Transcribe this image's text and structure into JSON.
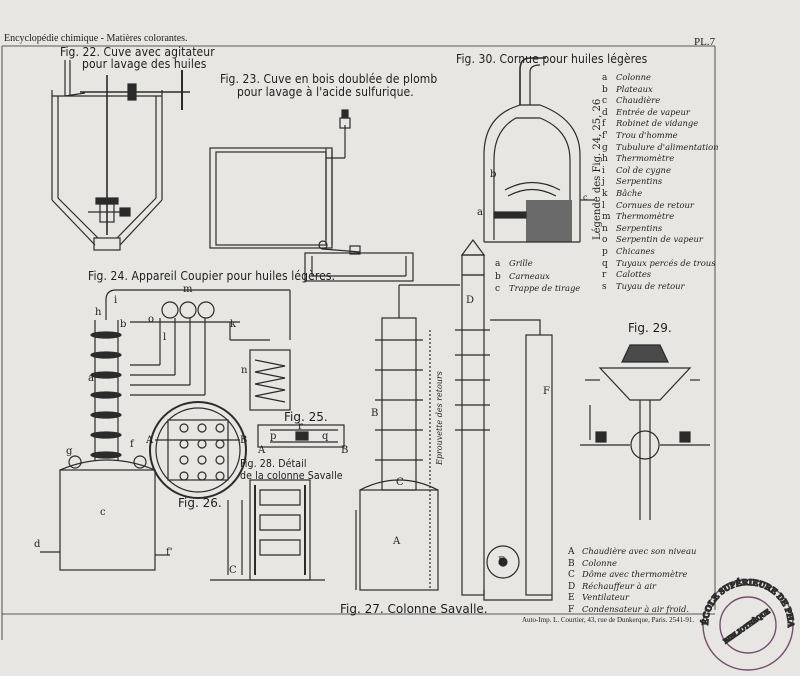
{
  "header": {
    "title": "Encyclopédie chimique - Matières colorantes.",
    "plate": "PL.7"
  },
  "figures": {
    "fig22": {
      "title_l1": "Fig. 22. Cuve avec agitateur",
      "title_l2": "pour lavage des huiles"
    },
    "fig23": {
      "title_l1": "Fig. 23. Cuve en bois doublée de plomb",
      "title_l2": "pour lavage à l'acide sulfurique."
    },
    "fig30": {
      "title": "Fig. 30. Cornue pour huiles légères"
    },
    "fig24": {
      "title": "Fig. 24. Appareil Coupier pour huiles légères."
    },
    "fig25": {
      "title": "Fig. 25."
    },
    "fig26": {
      "title": "Fig. 26."
    },
    "fig27": {
      "title": "Fig. 27. Colonne Savalle."
    },
    "fig28": {
      "title_l1": "Fig. 28. Détail",
      "title_l2": "de la colonne Savalle"
    },
    "fig29": {
      "title": "Fig. 29."
    }
  },
  "legend_main": {
    "caption": "Légende des Fig. 24, 25, 26",
    "items": [
      {
        "k": "a",
        "v": "Colonne"
      },
      {
        "k": "b",
        "v": "Plateaux"
      },
      {
        "k": "c",
        "v": "Chaudière"
      },
      {
        "k": "d",
        "v": "Entrée de vapeur"
      },
      {
        "k": "f",
        "v": "Robinet de vidange"
      },
      {
        "k": "f'",
        "v": "Trou d'homme"
      },
      {
        "k": "g",
        "v": "Tubulure d'alimentation"
      },
      {
        "k": "h",
        "v": "Thermomètre"
      },
      {
        "k": "i",
        "v": "Col de cygne"
      },
      {
        "k": "j",
        "v": "Serpentins"
      },
      {
        "k": "k",
        "v": "Bâche"
      },
      {
        "k": "l",
        "v": "Cornues de retour"
      },
      {
        "k": "m",
        "v": "Thermomètre"
      },
      {
        "k": "n",
        "v": "Serpentins"
      },
      {
        "k": "o",
        "v": "Serpentin de vapeur"
      },
      {
        "k": "p",
        "v": "Chicanes"
      },
      {
        "k": "q",
        "v": "Tuyaux percés de trous"
      },
      {
        "k": "r",
        "v": "Calottes"
      },
      {
        "k": "s",
        "v": "Tuyau de retour"
      }
    ]
  },
  "legend_fig30": {
    "items": [
      {
        "k": "a",
        "v": "Grille"
      },
      {
        "k": "b",
        "v": "Carneaux"
      },
      {
        "k": "c",
        "v": "Trappe de tirage"
      }
    ]
  },
  "legend_fig27": {
    "items": [
      {
        "k": "A",
        "v": "Chaudière avec son niveau"
      },
      {
        "k": "B",
        "v": "Colonne"
      },
      {
        "k": "C",
        "v": "Dôme avec thermomètre"
      },
      {
        "k": "D",
        "v": "Réchauffeur à air"
      },
      {
        "k": "E",
        "v": "Ventilateur"
      },
      {
        "k": "F",
        "v": "Condensateur à air froid."
      }
    ]
  },
  "annotations": {
    "eprouvette": "Eprouvette des retours"
  },
  "footer": {
    "printer": "Auto-Imp. L. Courtier, 43, rue de Dunkerque, Paris. 2541-91."
  },
  "stamp": {
    "ring_text": "ÉCOLE SUPÉRIEURE DE PHARMACIE DE PARIS",
    "center_text": "BIBLIOTHÈQUE"
  },
  "labels": {
    "fig30": {
      "a": "a",
      "b": "b",
      "c": "c"
    },
    "fig24": {
      "a": "a",
      "b": "b",
      "c": "c",
      "d": "d",
      "f": "f",
      "f2": "f'",
      "g": "g",
      "h": "h",
      "i": "i",
      "k": "k",
      "l": "l",
      "m": "m",
      "n": "n",
      "o": "o"
    },
    "fig25": {
      "A": "A",
      "B": "B",
      "p": "p",
      "q": "q",
      "r": "r"
    },
    "fig26": {
      "A": "A",
      "B": "B"
    },
    "fig27": {
      "A": "A",
      "B": "B",
      "C": "C",
      "D": "D",
      "E": "E",
      "F": "F"
    },
    "fig28": {
      "C": "C"
    }
  },
  "colors": {
    "paper": "#e7e6e2",
    "ink": "#2a2a2a",
    "stamp": "#6b3d63"
  }
}
